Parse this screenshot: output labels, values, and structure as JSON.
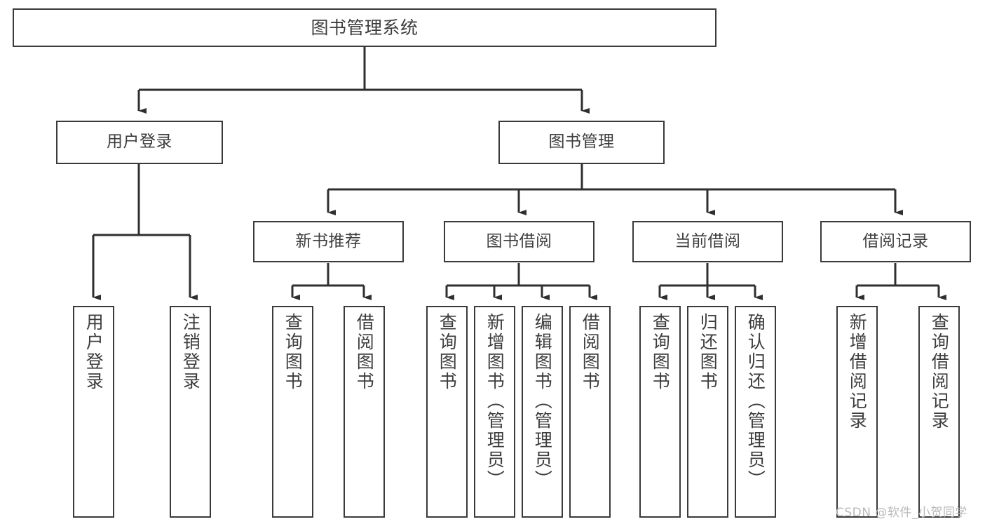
{
  "diagram": {
    "title": "图书管理系统",
    "watermark": "CSDN @软件_小贺同学",
    "line_color": "#3a3a3a",
    "text_color": "#3d3d3d",
    "background": "#ffffff",
    "nodes": {
      "root": "图书管理系统",
      "level2": [
        {
          "label": "用户登录"
        },
        {
          "label": "图书管理"
        }
      ],
      "level3": [
        {
          "label": "新书推荐"
        },
        {
          "label": "图书借阅"
        },
        {
          "label": "当前借阅"
        },
        {
          "label": "借阅记录"
        }
      ],
      "leaves": {
        "user_login": [
          {
            "label": "用户登录"
          },
          {
            "label": "注销登录"
          }
        ],
        "new_book_recommend": [
          {
            "label": "查询图书"
          },
          {
            "label": "借阅图书"
          }
        ],
        "book_borrow": [
          {
            "label": "查询图书"
          },
          {
            "label": "新增图书（管理员）"
          },
          {
            "label": "编辑图书（管理员）"
          },
          {
            "label": "借阅图书"
          }
        ],
        "current_borrow": [
          {
            "label": "查询图书"
          },
          {
            "label": "归还图书"
          },
          {
            "label": "确认归还（管理员）"
          }
        ],
        "borrow_record": [
          {
            "label": "新增借阅记录"
          },
          {
            "label": "查询借阅记录"
          }
        ]
      }
    }
  }
}
